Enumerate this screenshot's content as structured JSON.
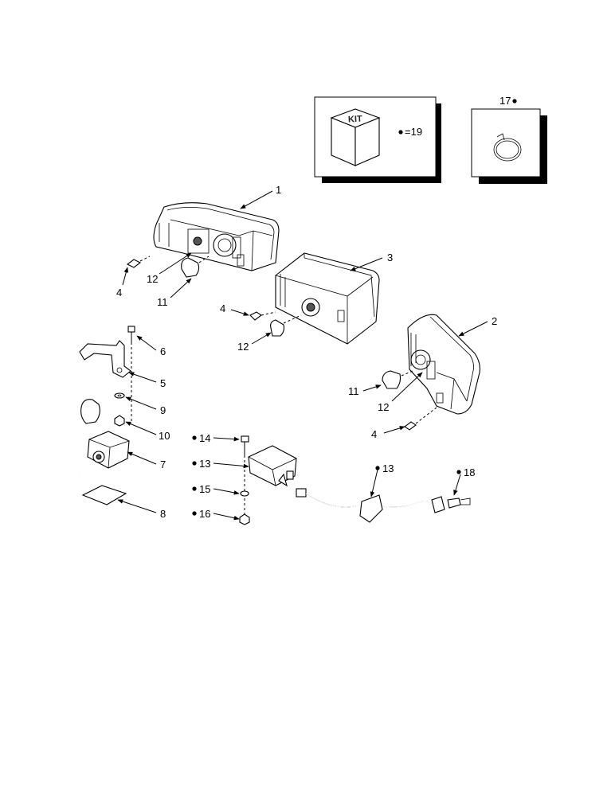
{
  "kit_box": {
    "icon_text": "KIT",
    "legend": "=19"
  },
  "hose_clamp_box": {
    "label": "17"
  },
  "callouts": {
    "c1": "1",
    "c2": "2",
    "c3": "3",
    "c4a": "4",
    "c4b": "4",
    "c4c": "4",
    "c5": "5",
    "c6": "6",
    "c7": "7",
    "c8": "8",
    "c9": "9",
    "c10": "10",
    "c11a": "11",
    "c11b": "11",
    "c12a": "12",
    "c12b": "12",
    "c12c": "12",
    "c13a": "13",
    "c13b": "13",
    "c14": "14",
    "c15": "15",
    "c16": "16",
    "c18": "18"
  }
}
